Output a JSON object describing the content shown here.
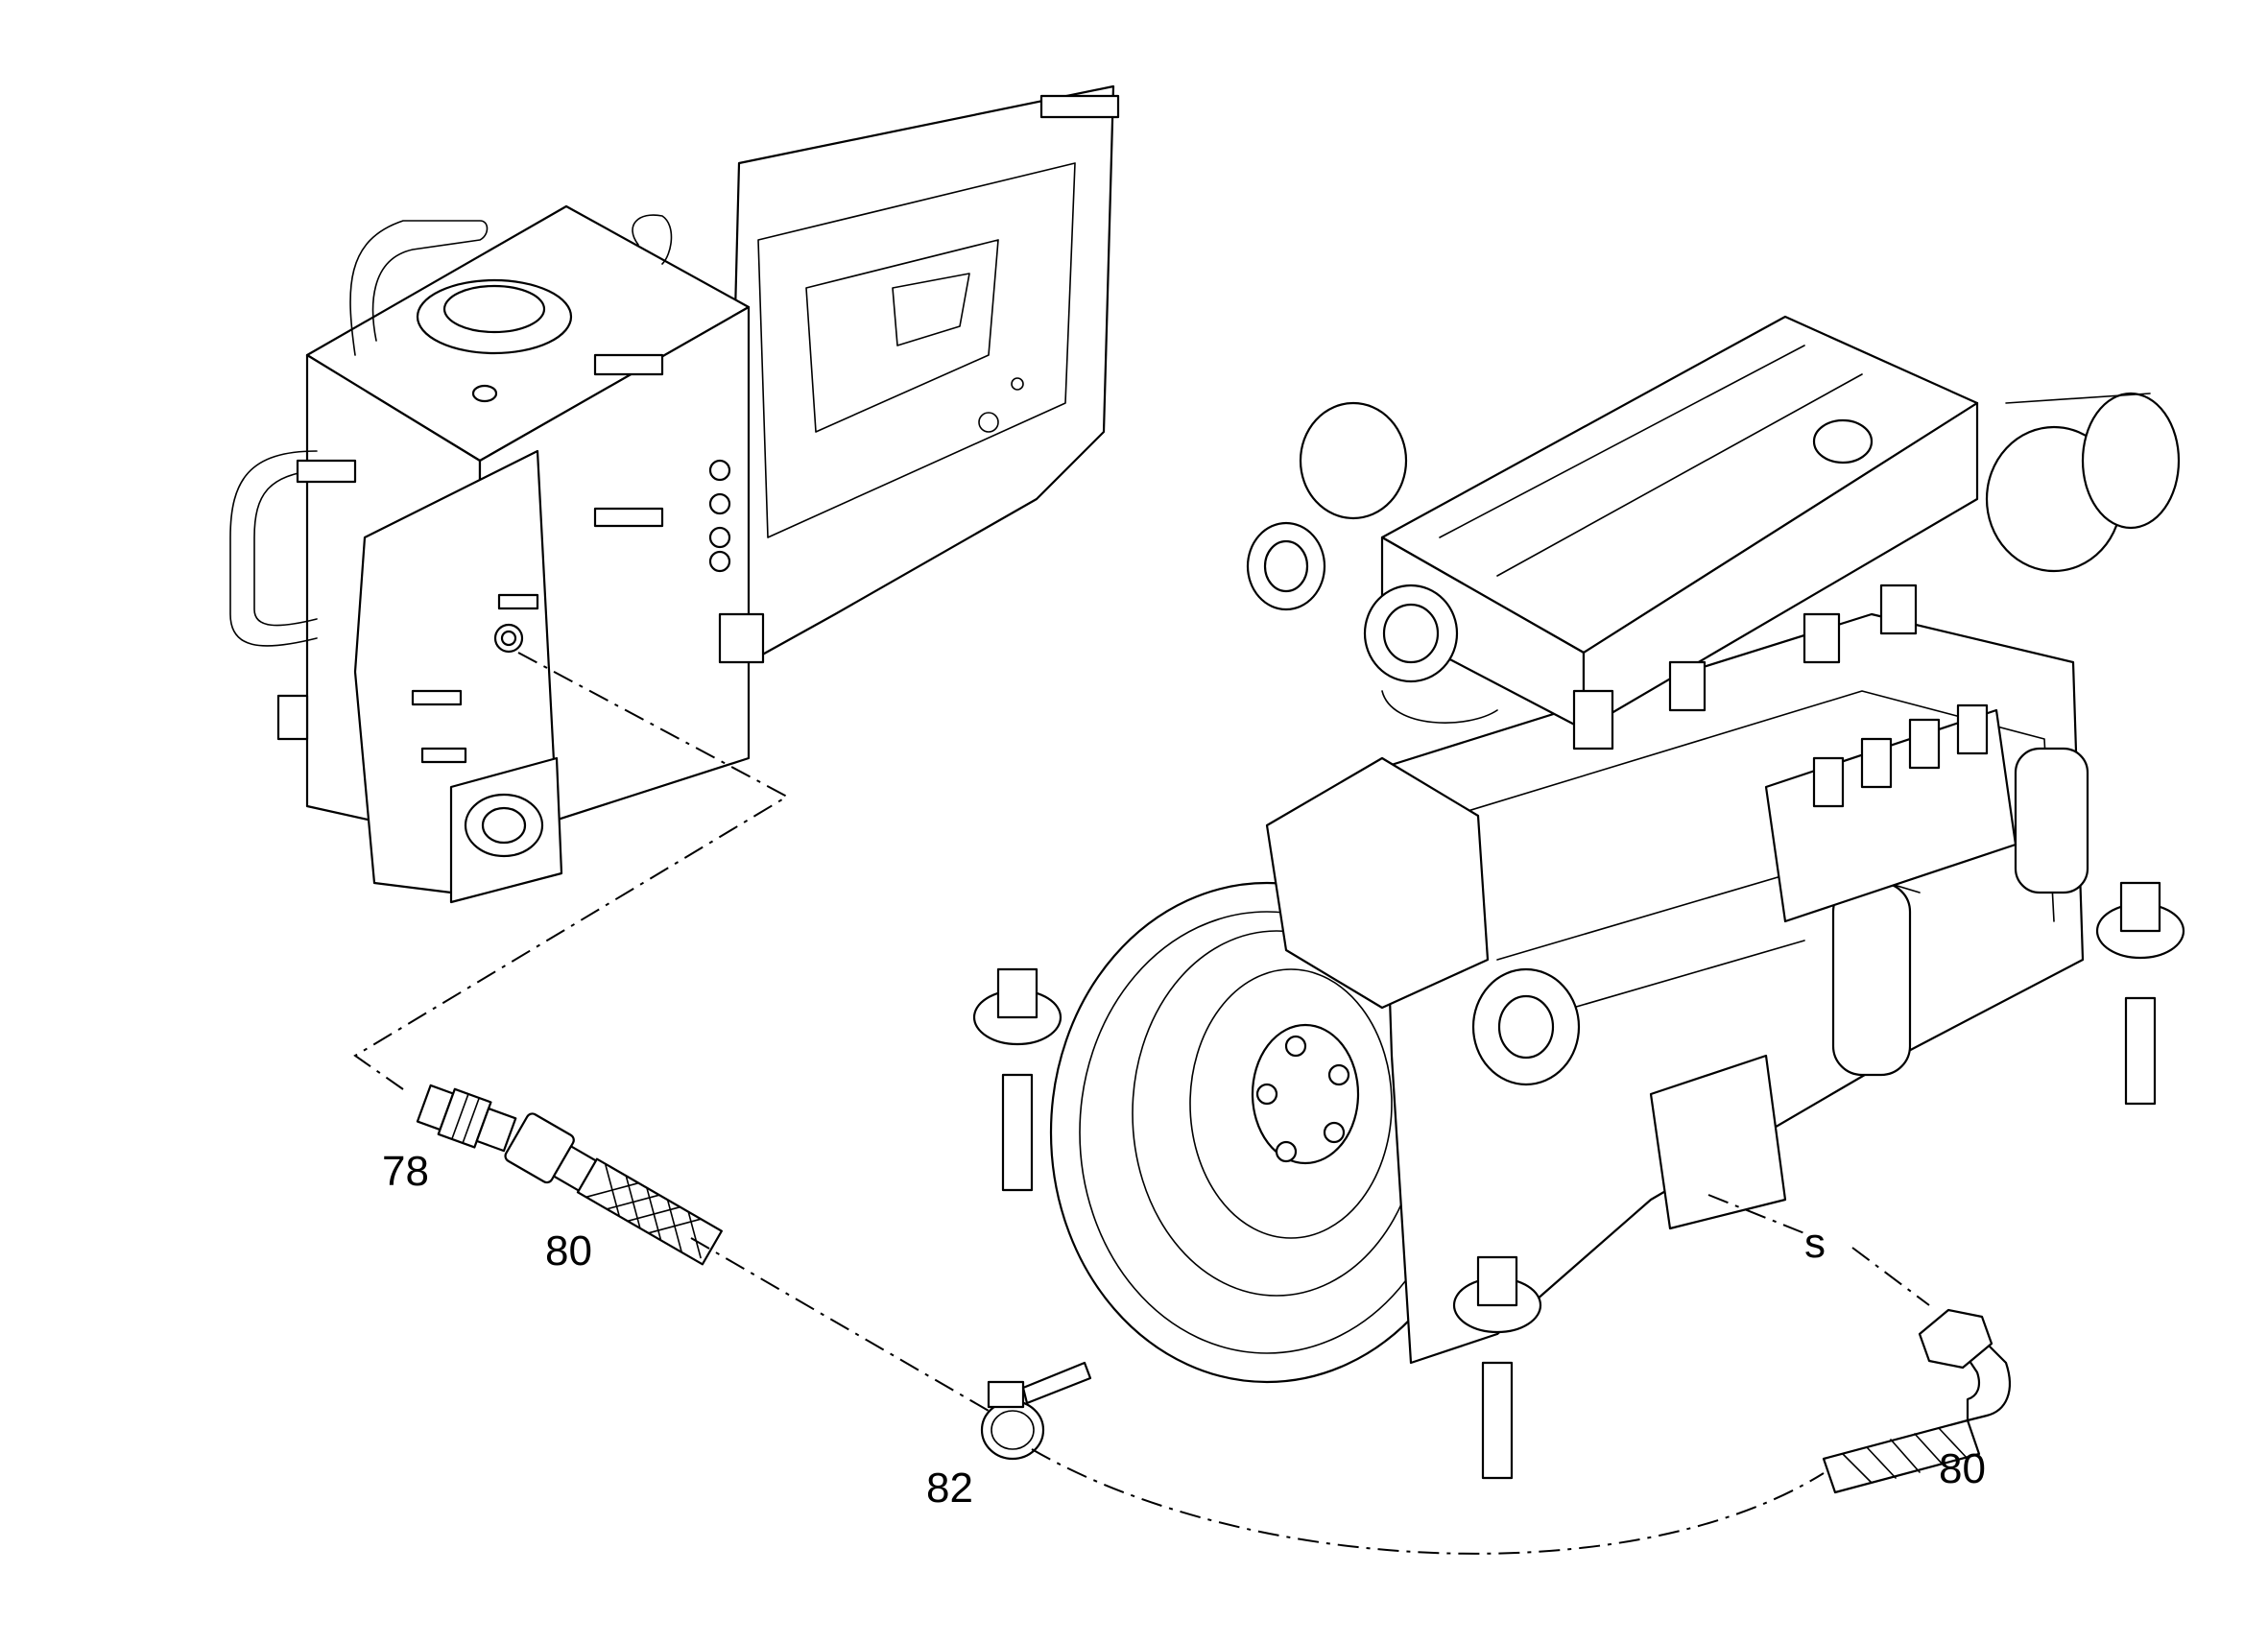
{
  "diagram": {
    "callouts": {
      "fitting": "78",
      "hose_upper": "80",
      "clamp": "82",
      "hose_lower": "80",
      "connection_point": "s"
    },
    "colors": {
      "ink": "#000000",
      "paper": "#ffffff"
    }
  }
}
